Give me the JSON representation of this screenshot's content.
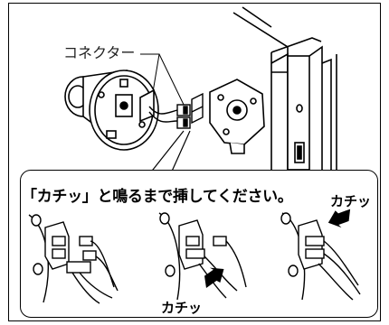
{
  "labels": {
    "connector": "コネクター",
    "instruction": "「カチッ」と鳴るまで挿してください。",
    "click_sound_step2": "カチッ",
    "click_sound_step3": "カチッ"
  },
  "colors": {
    "line": "#000000",
    "background": "#ffffff"
  },
  "icons": [
    "push-arrow-icon",
    "push-arrow-icon"
  ]
}
